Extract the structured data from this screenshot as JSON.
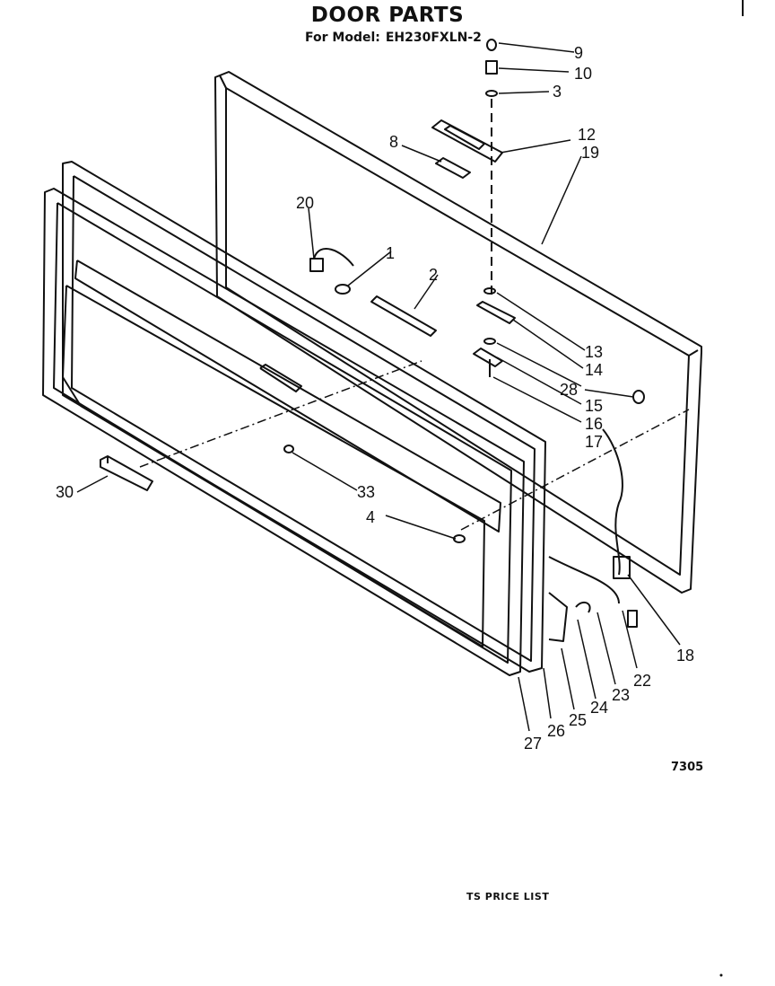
{
  "header": {
    "title": "DOOR PARTS",
    "model_label": "For Model:",
    "model_number": "EH230FXLN-2"
  },
  "callouts": [
    "9",
    "10",
    "3",
    "12",
    "19",
    "8",
    "20",
    "1",
    "2",
    "13",
    "14",
    "15",
    "16",
    "17",
    "28",
    "30",
    "33",
    "4",
    "18",
    "22",
    "23",
    "24",
    "25",
    "26",
    "27"
  ],
  "figure_number": "7305",
  "footer_text": "TS PRICE LIST"
}
